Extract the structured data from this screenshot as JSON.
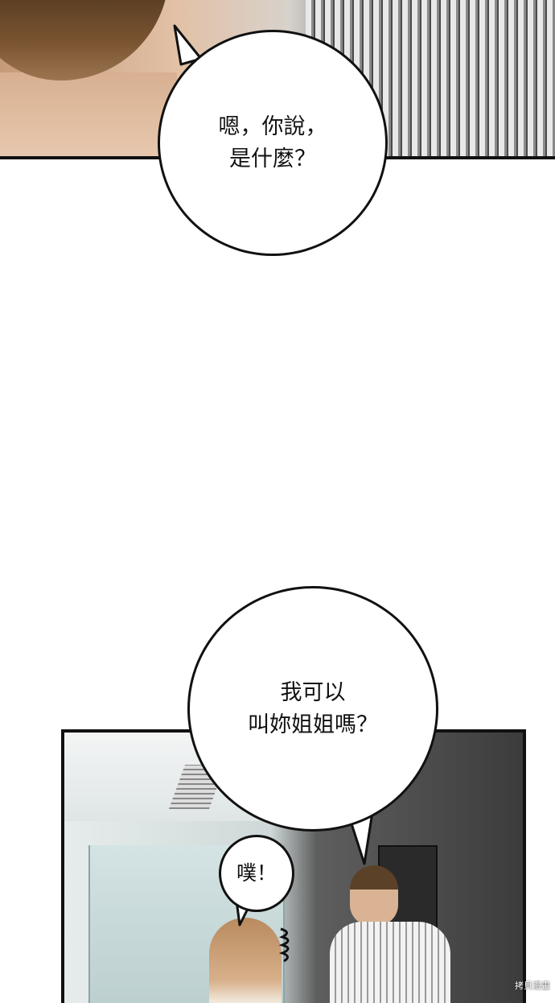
{
  "panels": {
    "top": {
      "subject": "hair-and-striped-shirt-closeup"
    },
    "bottom": {
      "subject": "office-hallway-couple"
    }
  },
  "speech": {
    "bubble_1": "嗯，你說，\n是什麼？",
    "bubble_2": "我可以\n叫妳姐姐嗎？",
    "bubble_3": "噗！"
  },
  "watermark": "拷貝漫畫"
}
